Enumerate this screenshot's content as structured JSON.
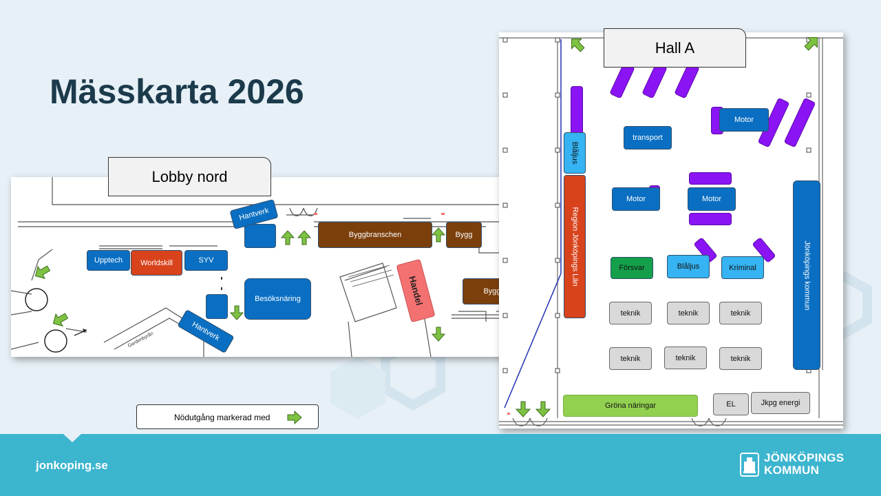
{
  "slide": {
    "title": "Mässkarta 2026",
    "footer_url": "jonkoping.se",
    "logo_line1": "JÖNKÖPINGS",
    "logo_line2": "KOMMUN",
    "legend_text": "Nödutgång markerad med"
  },
  "colors": {
    "title": "#1b3a4b",
    "footer": "#3cb5cf",
    "exit_arrow": "#7ec242",
    "booth_blue": "#0a6fc2",
    "booth_red": "#d8431c",
    "booth_brown": "#7b3f0c",
    "booth_lightblue": "#35b3f2",
    "booth_green": "#14a04a",
    "booth_lightgreen": "#92d050",
    "booth_grey": "#d9d9d9",
    "booth_pink": "#f47171",
    "booth_purple": "#8b14f5"
  },
  "lobby": {
    "label": "Lobby nord",
    "booths": {
      "hantverk_top": "Hantverk",
      "hantverk_bottom": "Hantverk",
      "byggbranschen": "Byggbranschen",
      "bygg_top": "Bygg",
      "bygg_bottom": "Bygg",
      "upptech": "Upptech",
      "worldskill": "Worldskill",
      "syv": "SYV",
      "besoksnaring": "Besöksnäring",
      "handel": "Handel"
    },
    "room_label": "Gardenbyrån"
  },
  "hall": {
    "label": "Hall A",
    "booths": {
      "motor_right": "Motor",
      "transport": "transport",
      "blaljus_vertical": "Blåljus",
      "region": "Region Jönköpings Län",
      "motor_left": "Motor",
      "motor_mid": "Motor",
      "forsvar": "Försvar",
      "blaljus": "Blåljus",
      "kriminal": "Kriminal",
      "teknik_1": "teknik",
      "teknik_2": "teknik",
      "teknik_3": "teknik",
      "teknik_4": "teknik",
      "teknik_5": "teknik",
      "teknik_6": "teknik",
      "jonkopings_kommun": "Jönköpings kommun",
      "grona_naringar": "Gröna näringar",
      "el": "EL",
      "jkpg_energi": "Jkpg energi"
    }
  }
}
